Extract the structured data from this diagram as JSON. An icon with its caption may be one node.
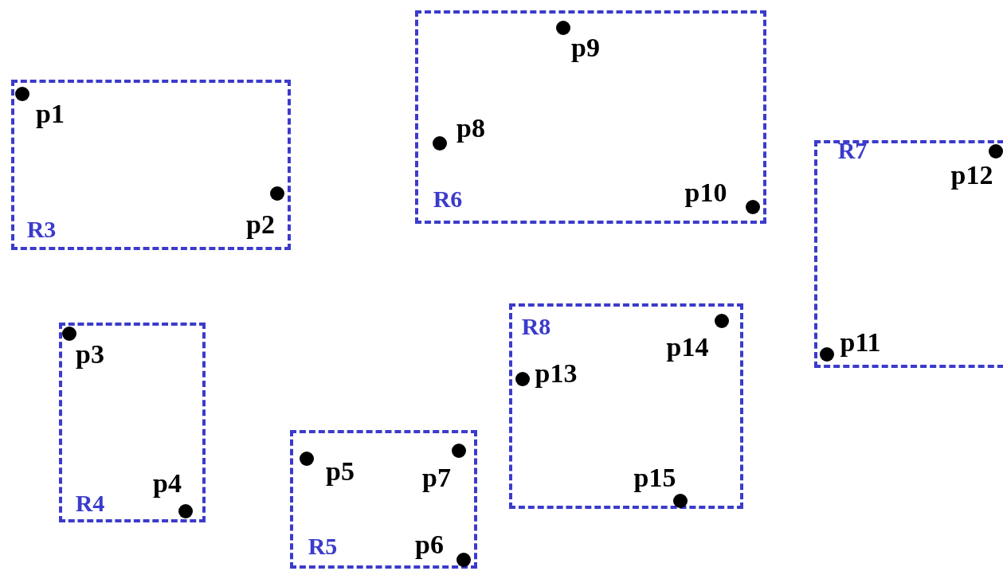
{
  "diagram": {
    "nodes": [
      {
        "text": [
          "R3"
        ]
      },
      {
        "text": [
          "p1"
        ],
        "in": 0
      },
      {
        "text": [
          "p2"
        ],
        "in": 0
      },
      {
        "text": [
          "R4"
        ]
      },
      {
        "text": [
          "p3"
        ],
        "in": 3
      },
      {
        "text": [
          "p4"
        ],
        "in": 3
      },
      {
        "text": [
          "R5"
        ]
      },
      {
        "text": [
          "p5"
        ],
        "in": 6
      },
      {
        "text": [
          "p7"
        ],
        "in": 6
      },
      {
        "text": [
          "p6"
        ],
        "in": 6
      },
      {
        "text": [
          "R6"
        ]
      },
      {
        "text": [
          "p9"
        ],
        "in": 10
      },
      {
        "text": [
          "p8"
        ],
        "in": 10
      },
      {
        "text": [
          "p10"
        ],
        "in": 10
      },
      {
        "text": [
          "R7"
        ]
      },
      {
        "text": [
          "p12"
        ],
        "in": 14
      },
      {
        "text": [
          "p11"
        ],
        "in": 14
      },
      {
        "text": [
          "R8"
        ]
      },
      {
        "text": [
          "p14"
        ],
        "in": 17
      },
      {
        "text": [
          "p13"
        ],
        "in": 17
      },
      {
        "text": [
          "p15"
        ],
        "in": 17
      }
    ],
    "edges": []
  }
}
